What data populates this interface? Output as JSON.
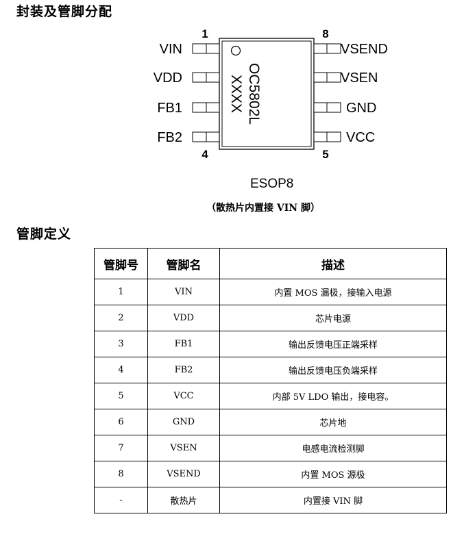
{
  "headings": {
    "package": "封装及管脚分配",
    "pin_def": "管脚定义"
  },
  "chip": {
    "part": "OC5802L",
    "marking": "XXXX",
    "package_name": "ESOP8",
    "note": "（散热片内置接 VIN 脚）",
    "pin_numbers": {
      "p1": "1",
      "p4": "4",
      "p5": "5",
      "p8": "8"
    },
    "left_pins": [
      "VIN",
      "VDD",
      "FB1",
      "FB2"
    ],
    "right_pins": [
      "VSEND",
      "VSEN",
      "GND",
      "VCC"
    ]
  },
  "table": {
    "headers": [
      "管脚号",
      "管脚名",
      "描述"
    ],
    "rows": [
      [
        "1",
        "VIN",
        "内置 MOS 漏极，接输入电源"
      ],
      [
        "2",
        "VDD",
        "芯片电源"
      ],
      [
        "3",
        "FB1",
        "输出反馈电压正端采样"
      ],
      [
        "4",
        "FB2",
        "输出反馈电压负端采样"
      ],
      [
        "5",
        "VCC",
        "内部 5V LDO 输出，接电容。"
      ],
      [
        "6",
        "GND",
        "芯片地"
      ],
      [
        "7",
        "VSEN",
        "电感电流检测脚"
      ],
      [
        "8",
        "VSEND",
        "内置 MOS 源极"
      ],
      [
        "-",
        "散热片",
        "内置接 VIN 脚"
      ]
    ]
  }
}
